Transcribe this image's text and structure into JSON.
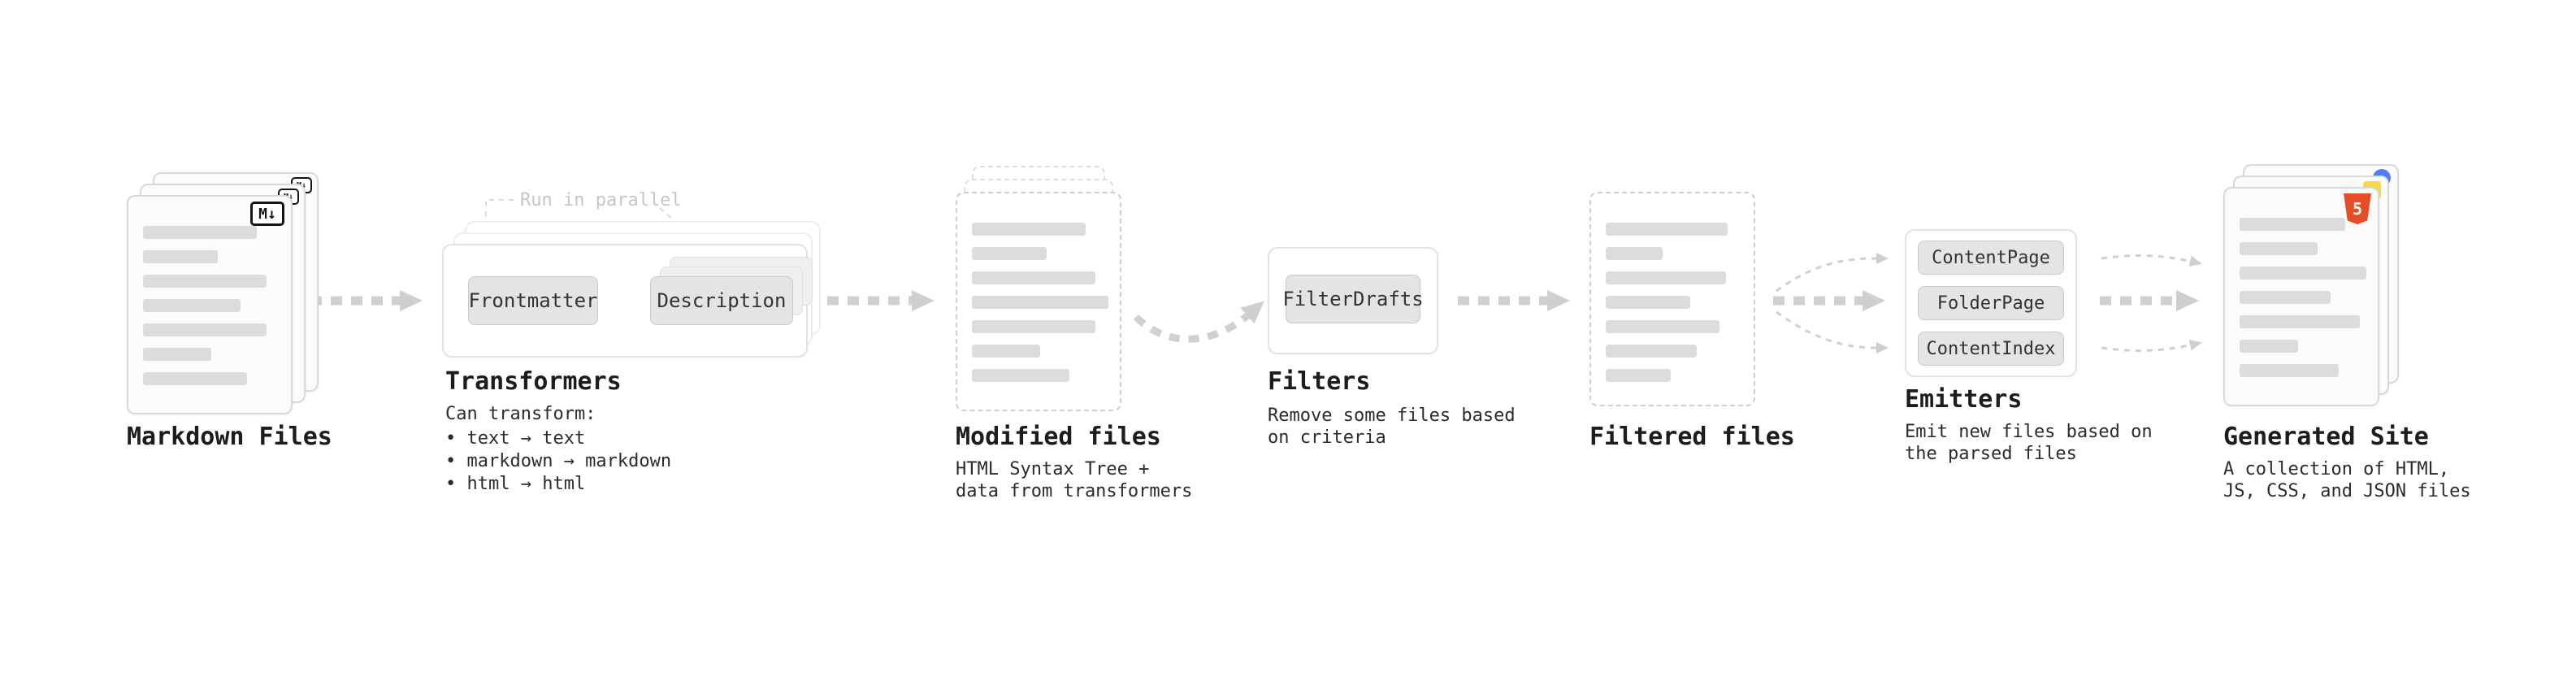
{
  "diagram": {
    "markdown": {
      "label": "Markdown Files",
      "badge": "M↓"
    },
    "transformers": {
      "label": "Transformers",
      "callout": "Run in parallel",
      "buttons": [
        "Frontmatter",
        "Description"
      ],
      "desc_title": "Can transform:",
      "bullets": [
        "• text → text",
        "• markdown → markdown",
        "• html → html"
      ]
    },
    "modified": {
      "label": "Modified files",
      "sub": [
        "HTML Syntax Tree +",
        "data from transformers"
      ]
    },
    "filters": {
      "label": "Filters",
      "buttons": [
        "FilterDrafts"
      ],
      "sub": [
        "Remove some files based",
        "on criteria"
      ]
    },
    "filtered": {
      "label": "Filtered files"
    },
    "emitters": {
      "label": "Emitters",
      "buttons": [
        "ContentPage",
        "FolderPage",
        "ContentIndex"
      ],
      "sub": [
        "Emit new files based on",
        "the parsed files"
      ]
    },
    "generated": {
      "label": "Generated Site",
      "badge": "5",
      "sub": [
        "A collection of HTML,",
        "JS, CSS, and JSON files"
      ]
    },
    "colors": {
      "arrow": "#d0d0d0",
      "bar": "#dcdcdc",
      "html5_orange": "#e44d26",
      "js_yellow": "#f5d947",
      "css_blue": "#4f7df3"
    }
  }
}
